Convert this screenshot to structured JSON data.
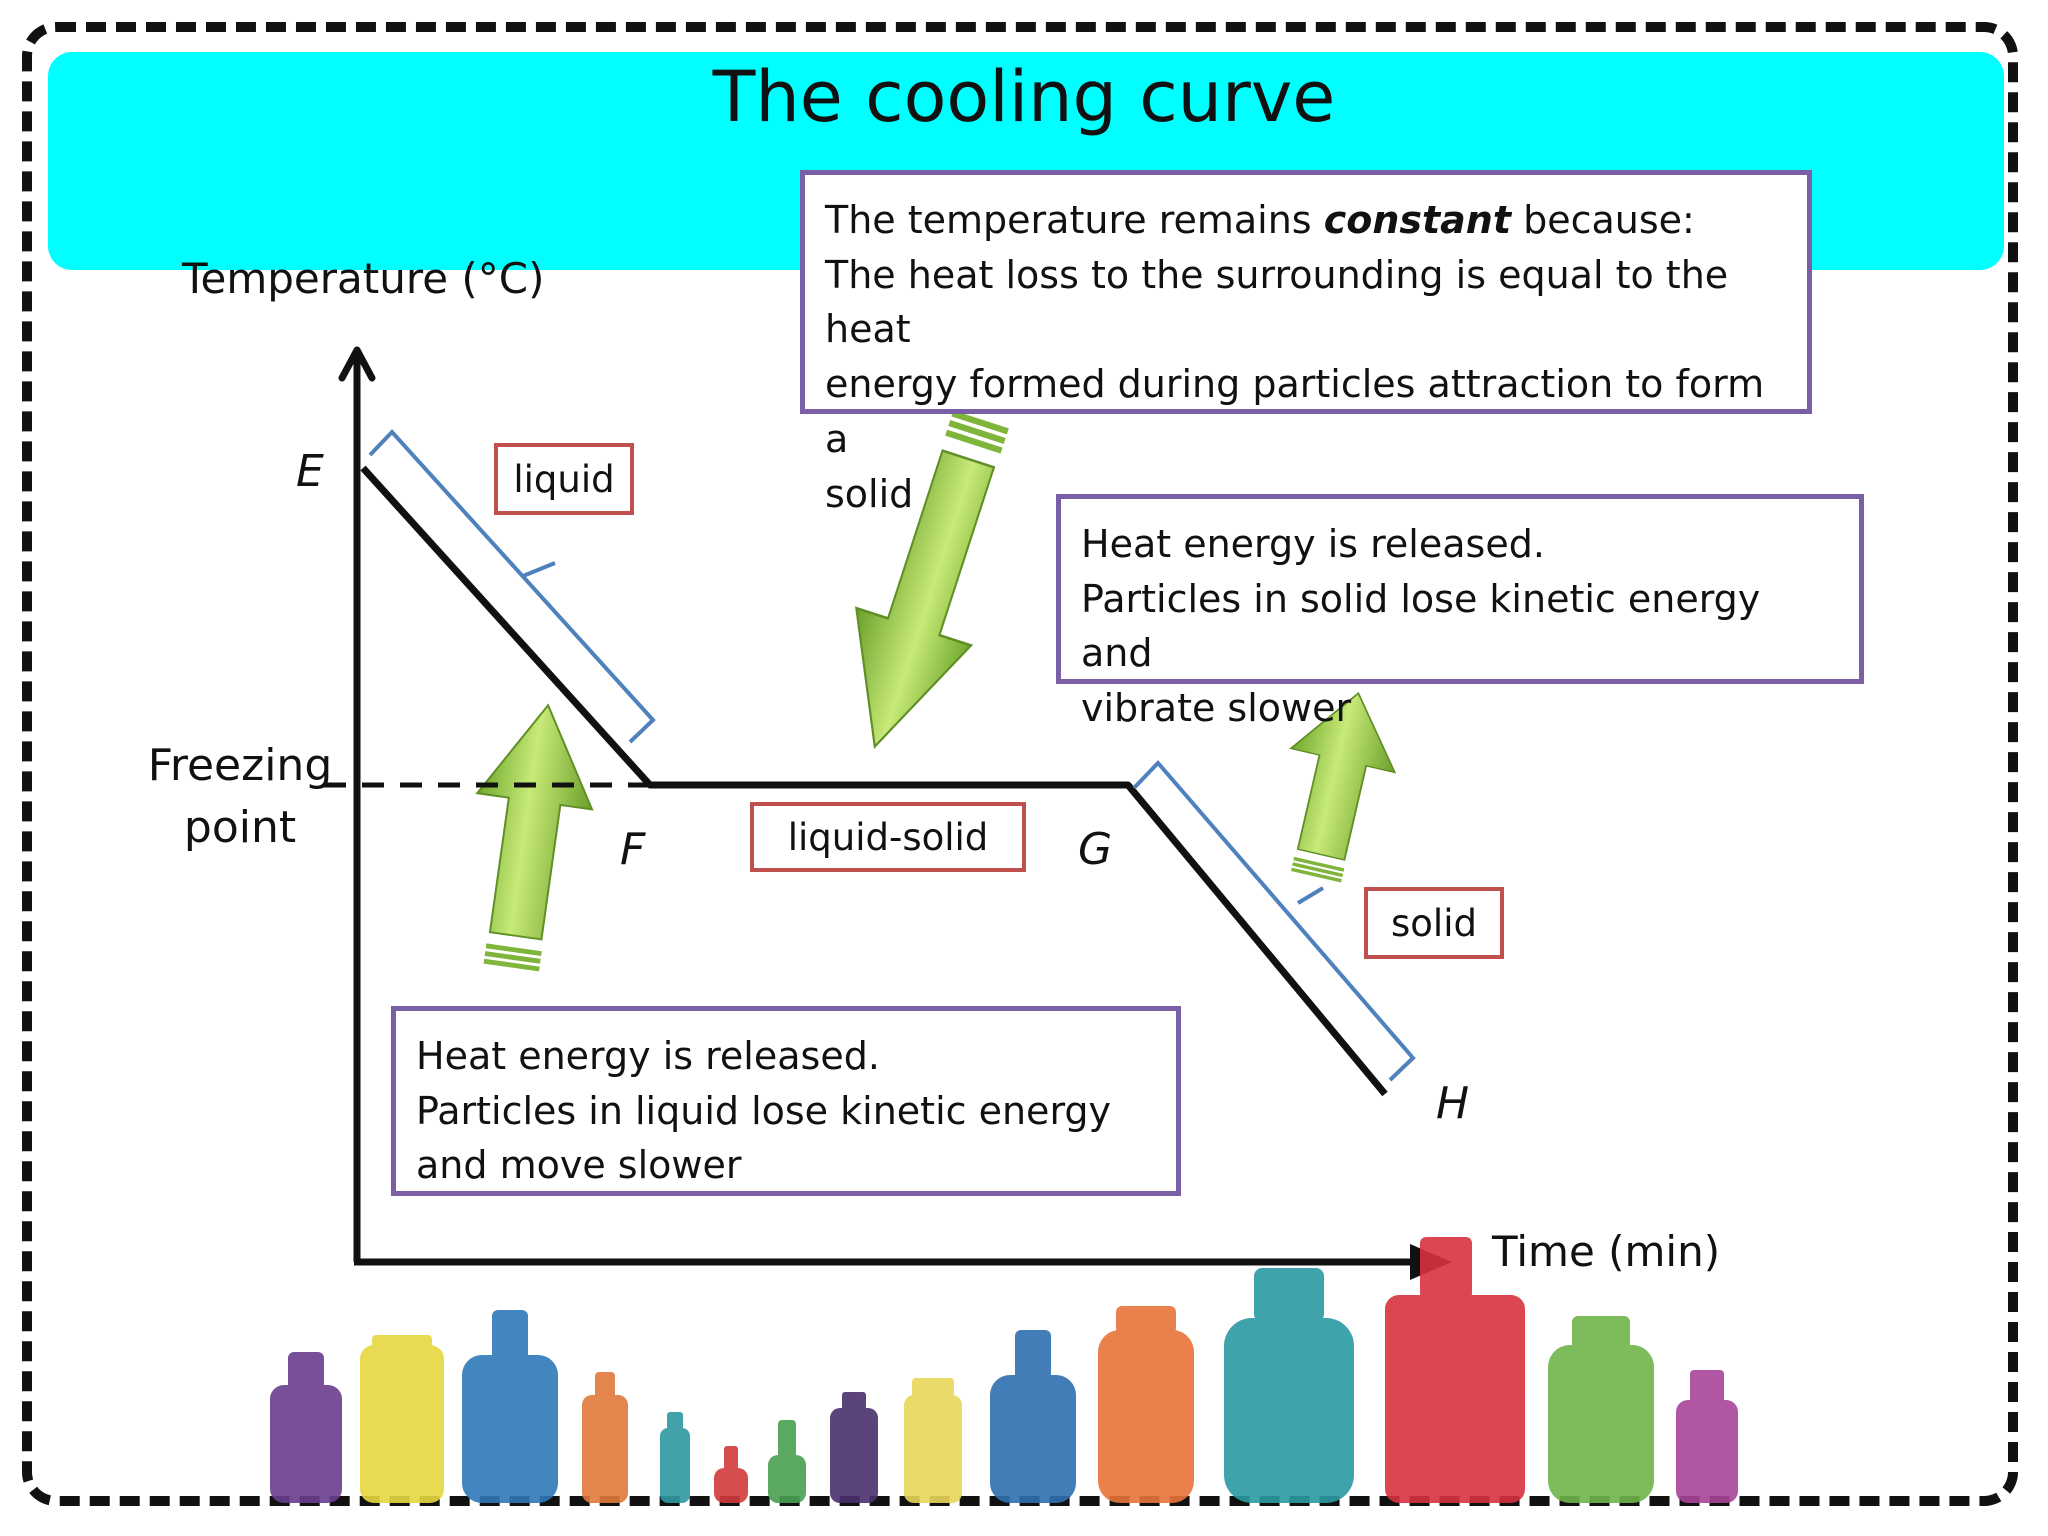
{
  "title": "The cooling curve",
  "axes": {
    "y_label": "Temperature (°C)",
    "x_label": "Time (min)",
    "freezing_label_line1": "Freezing",
    "freezing_label_line2": "point"
  },
  "points": {
    "e": "E",
    "f": "F",
    "g": "G",
    "h": "H"
  },
  "phases": {
    "liquid": "liquid",
    "liquid_solid": "liquid-solid",
    "solid": "solid"
  },
  "notes": {
    "constant": {
      "line1_pre": "The temperature remains ",
      "line1_em": "constant",
      "line1_post": " because:",
      "line2": "The heat loss to the surrounding is equal to the heat",
      "line3": "energy formed during particles attraction to form a",
      "line4": "solid"
    },
    "solid": {
      "line1": "Heat energy is released.",
      "line2": "Particles in solid lose kinetic energy and",
      "line3": "vibrate slower"
    },
    "liquid": {
      "line1": "Heat energy is released.",
      "line2": "Particles in liquid lose kinetic energy",
      "line3": "and move slower"
    }
  },
  "colors": {
    "title_bar": "#00ffff",
    "phase_border": "#c0504d",
    "note_border": "#7b5fa6",
    "brace": "#4f81bd",
    "arrow_green": "#8dc63f"
  },
  "icons": {
    "arrows": "green-block-arrow",
    "decoration": "bottle-row"
  }
}
